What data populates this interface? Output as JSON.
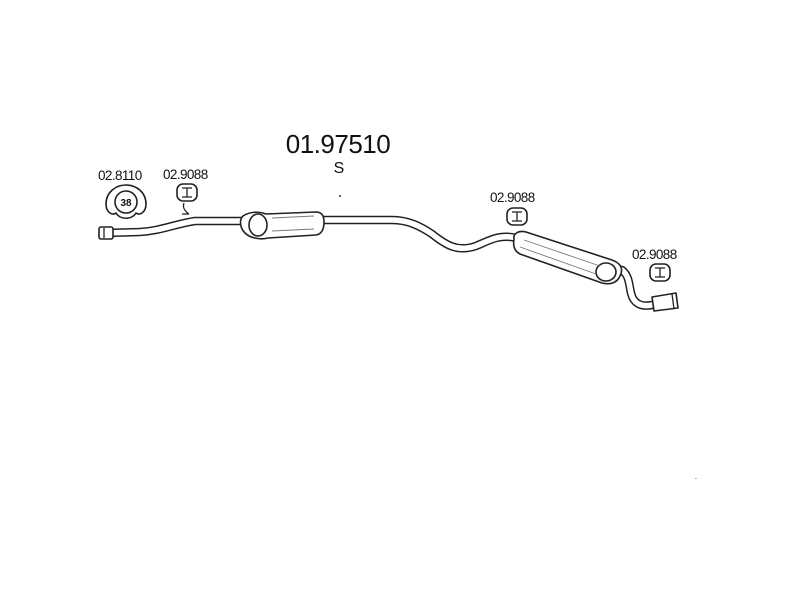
{
  "title": "01.97510",
  "variant": "S",
  "refs": {
    "clamp": "02.8110",
    "hanger_front": "02.9088",
    "hanger_middle": "02.9088",
    "hanger_rear": "02.9088"
  },
  "clamp_size": "38",
  "corner_mark": "·"
}
